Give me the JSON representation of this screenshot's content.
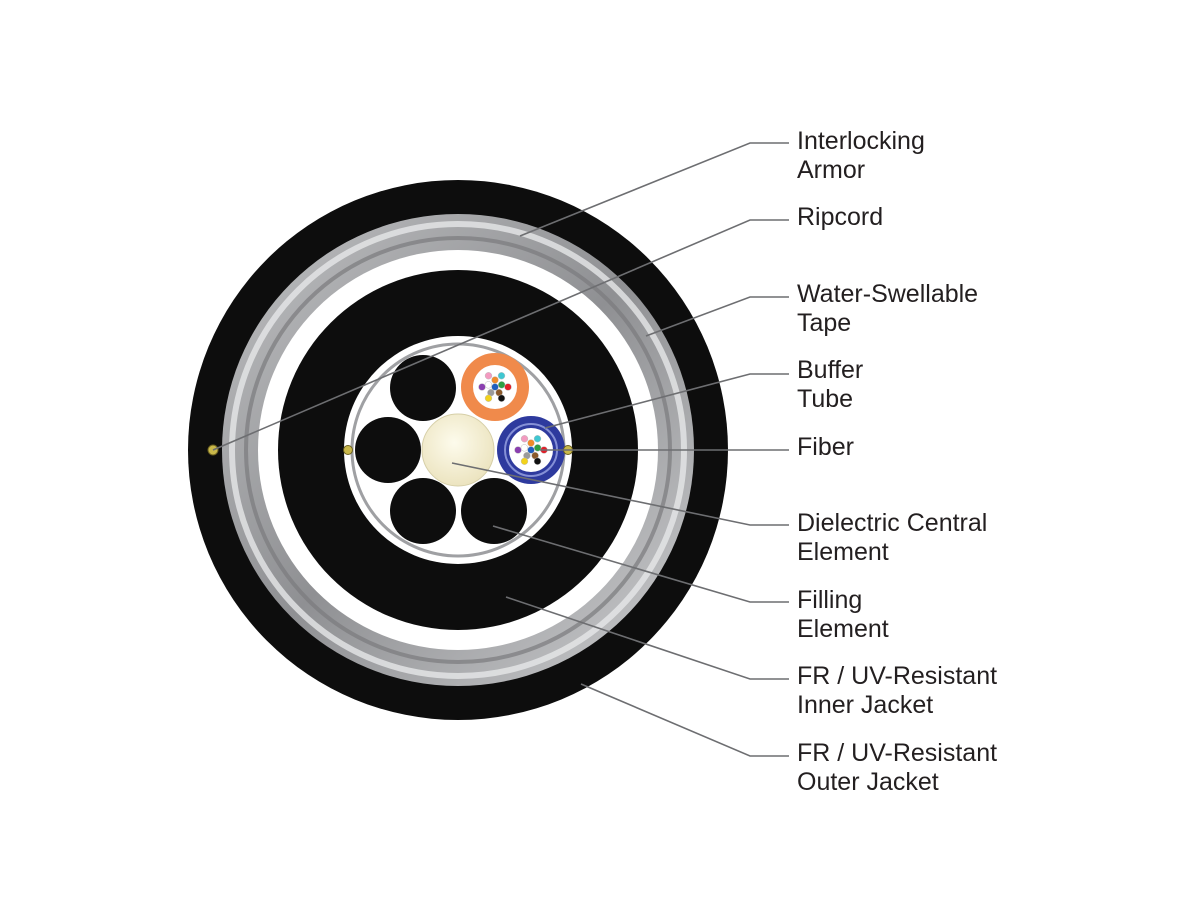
{
  "callouts": [
    {
      "id": "interlocking-armor",
      "lines": [
        "Interlocking",
        "Armor"
      ]
    },
    {
      "id": "ripcord",
      "lines": [
        "Ripcord"
      ]
    },
    {
      "id": "water-swellable-tape",
      "lines": [
        "Water-Swellable",
        "Tape"
      ]
    },
    {
      "id": "buffer-tube",
      "lines": [
        "Buffer",
        "Tube"
      ]
    },
    {
      "id": "fiber",
      "lines": [
        "Fiber"
      ]
    },
    {
      "id": "dielectric-central-element",
      "lines": [
        "Dielectric Central",
        "Element"
      ]
    },
    {
      "id": "filling-element",
      "lines": [
        "Filling",
        "Element"
      ]
    },
    {
      "id": "inner-jacket",
      "lines": [
        "FR / UV-Resistant",
        "Inner Jacket"
      ]
    },
    {
      "id": "outer-jacket",
      "lines": [
        "FR / UV-Resistant",
        "Outer Jacket"
      ]
    }
  ],
  "colors": {
    "jacket": "#0d0d0d",
    "armor": "#a8a9ab",
    "tape": "#ffffff",
    "buffer_tube_orange": "#f08a4b",
    "buffer_tube_blue": "#2e3a9e",
    "central_element": "#f7f2d6",
    "ripcord": "#c9b84a",
    "leader": "#6d6e71",
    "text": "#231f20"
  },
  "fiber_colors": [
    "#1f5fbf",
    "#f08a2a",
    "#2e9e44",
    "#8b5a2b",
    "#9a9a9a",
    "#ffffff",
    "#e0202a",
    "#111111",
    "#f2d21b",
    "#8a3fb0",
    "#f39ac0",
    "#3fc7d1"
  ]
}
